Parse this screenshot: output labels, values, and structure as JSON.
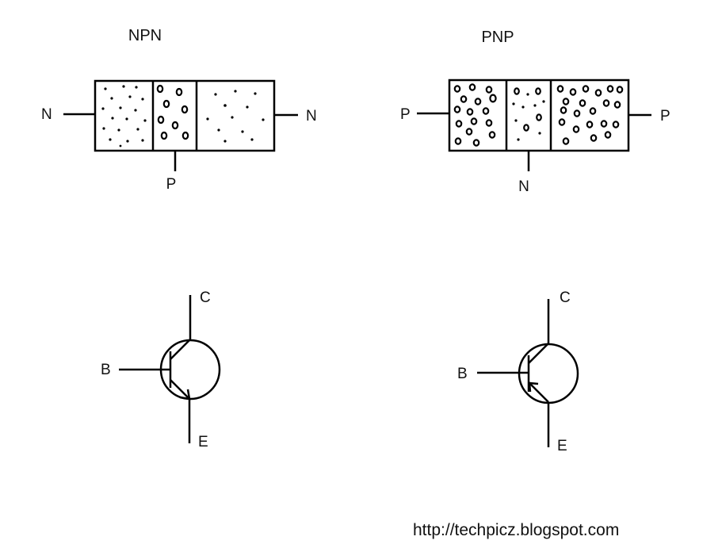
{
  "npn": {
    "title": "NPN",
    "left_terminal": "N",
    "right_terminal": "N",
    "base_terminal": "P"
  },
  "pnp": {
    "title": "PNP",
    "left_terminal": "P",
    "right_terminal": "P",
    "base_terminal": "N"
  },
  "npn_symbol": {
    "collector": "C",
    "base": "B",
    "emitter": "E"
  },
  "pnp_symbol": {
    "collector": "C",
    "base": "B",
    "emitter": "E"
  },
  "footer": {
    "url": "http://techpicz.blogspot.com"
  }
}
